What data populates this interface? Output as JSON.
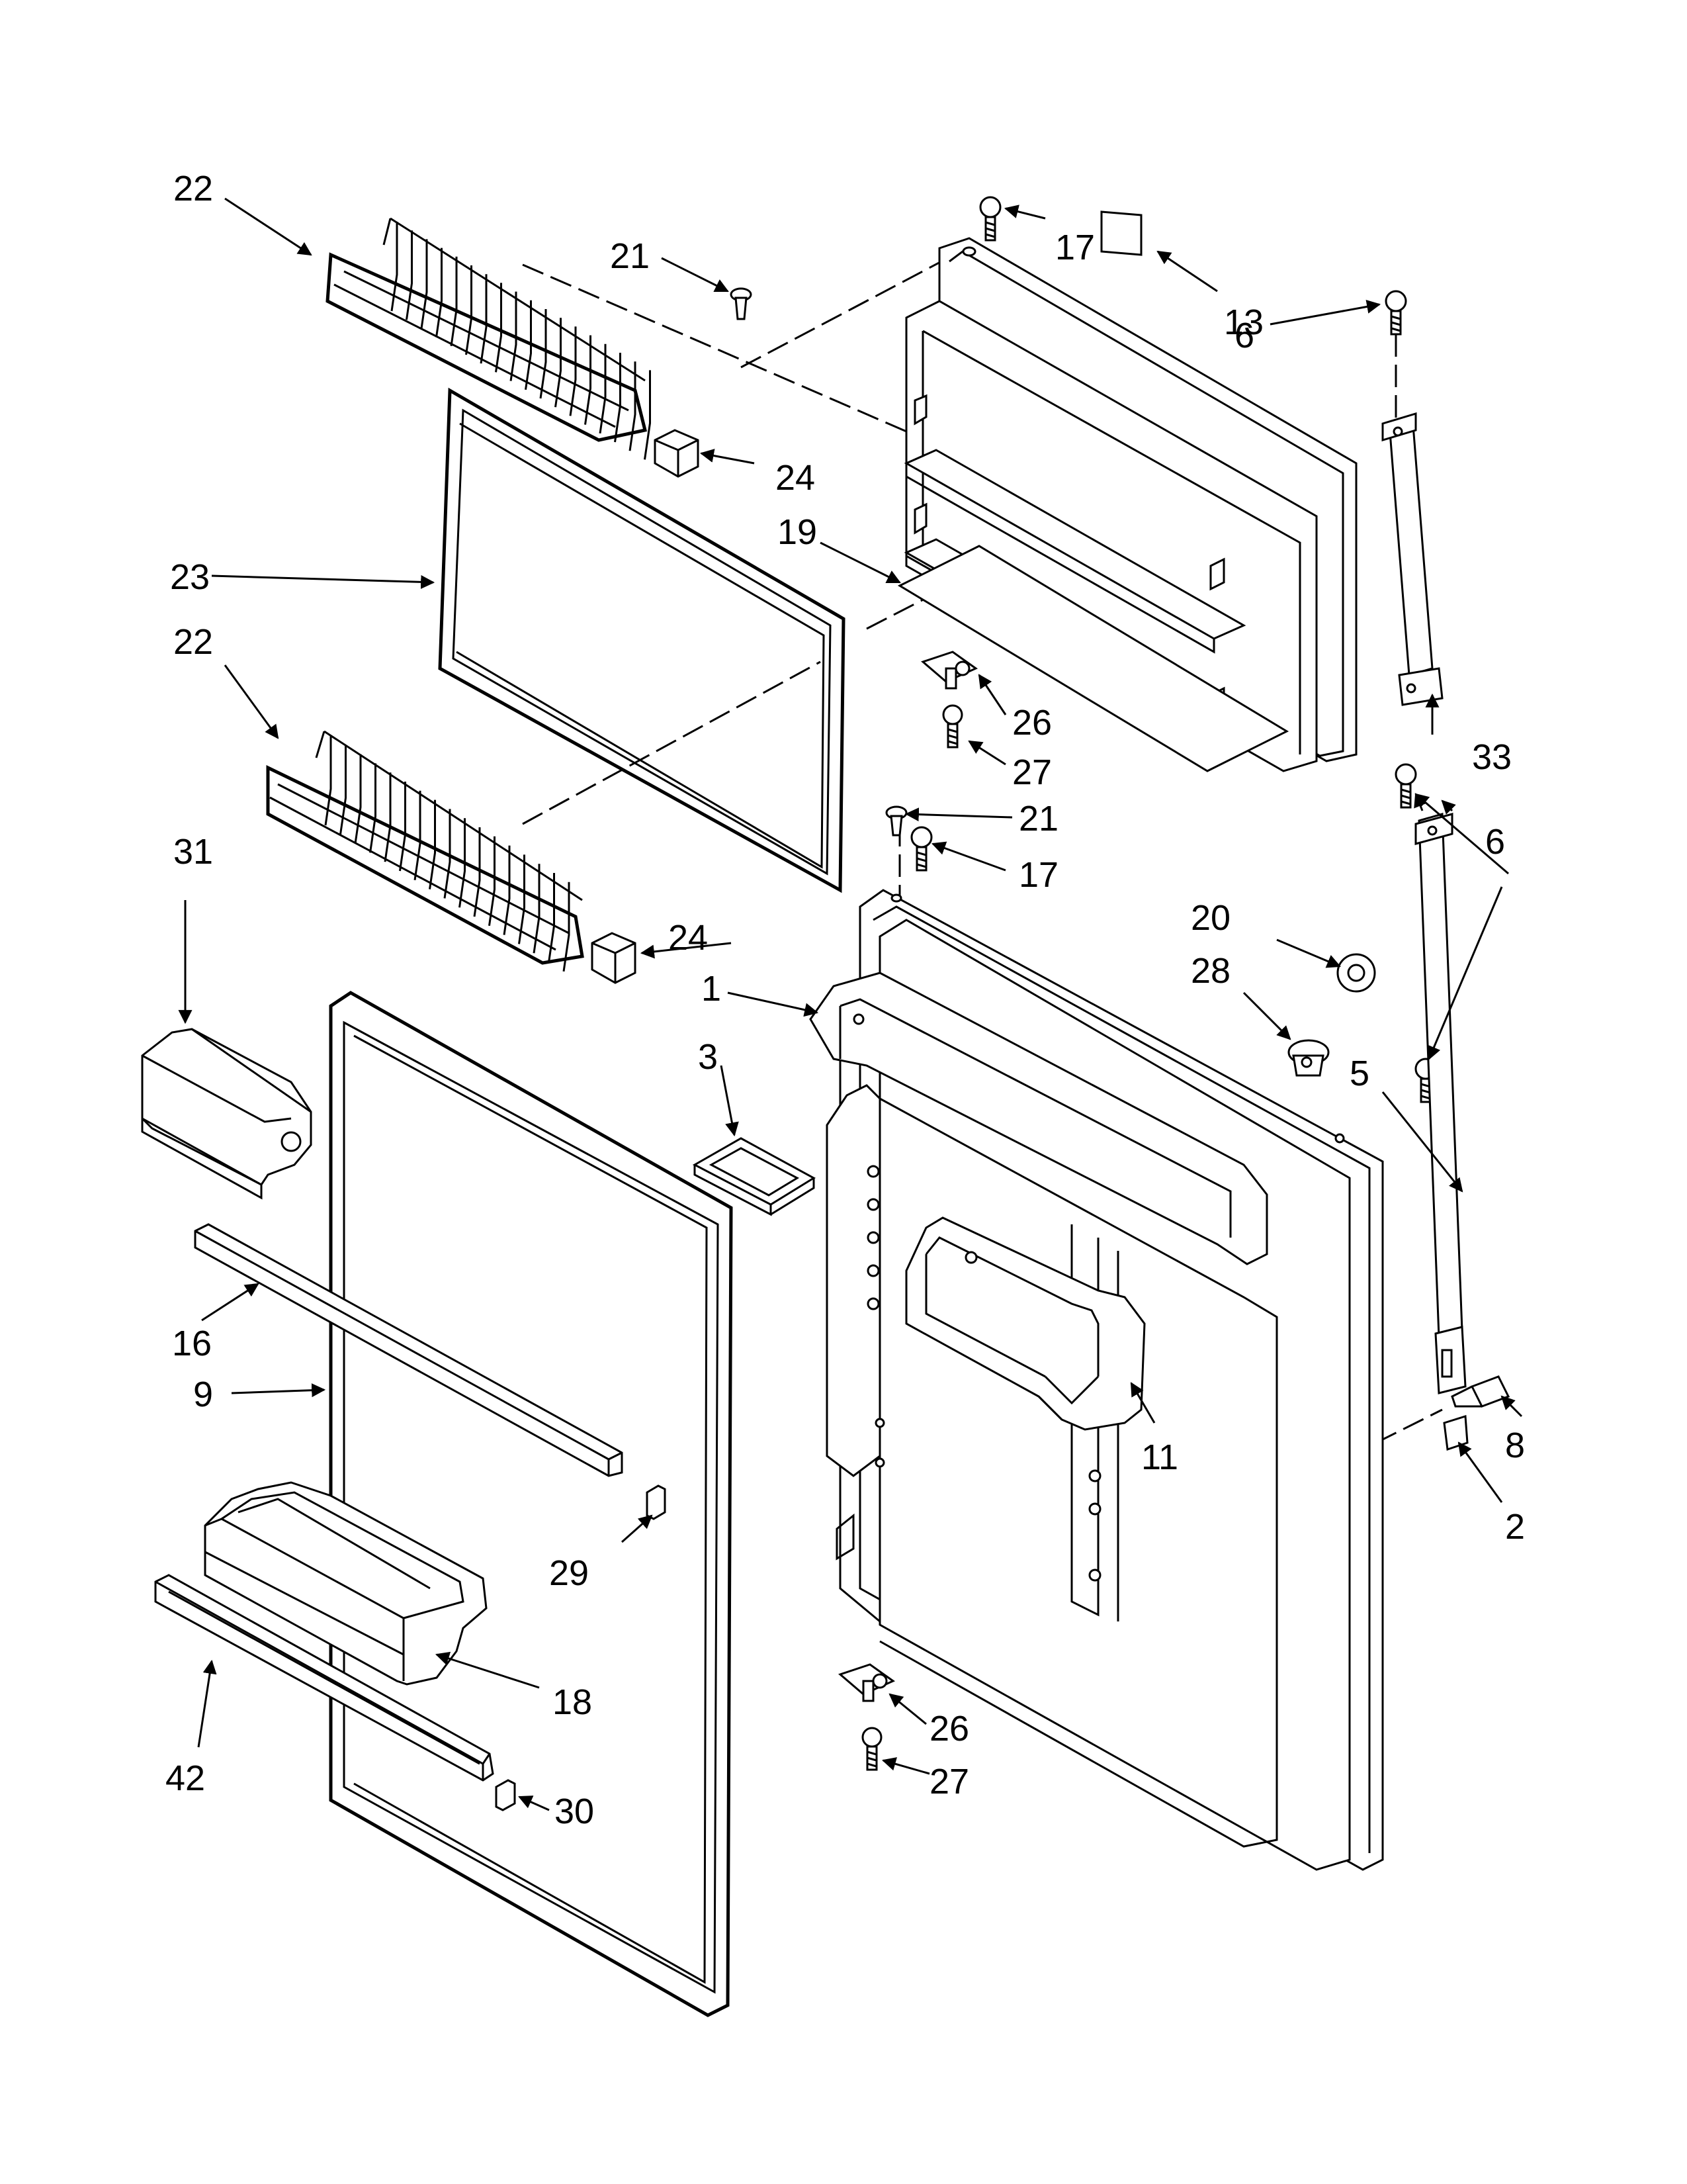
{
  "labels": {
    "l1": "1",
    "l2": "2",
    "l3": "3",
    "l5": "5",
    "l6a": "6",
    "l6b": "6",
    "l8": "8",
    "l9": "9",
    "l11": "11",
    "l13": "13",
    "l16": "16",
    "l17a": "17",
    "l17b": "17",
    "l18": "18",
    "l19": "19",
    "l20": "20",
    "l21a": "21",
    "l21b": "21",
    "l22a": "22",
    "l22b": "22",
    "l23": "23",
    "l24a": "24",
    "l24b": "24",
    "l26a": "26",
    "l26b": "26",
    "l27a": "27",
    "l27b": "27",
    "l28": "28",
    "l29": "29",
    "l30": "30",
    "l31": "31",
    "l33": "33",
    "l42": "42"
  }
}
